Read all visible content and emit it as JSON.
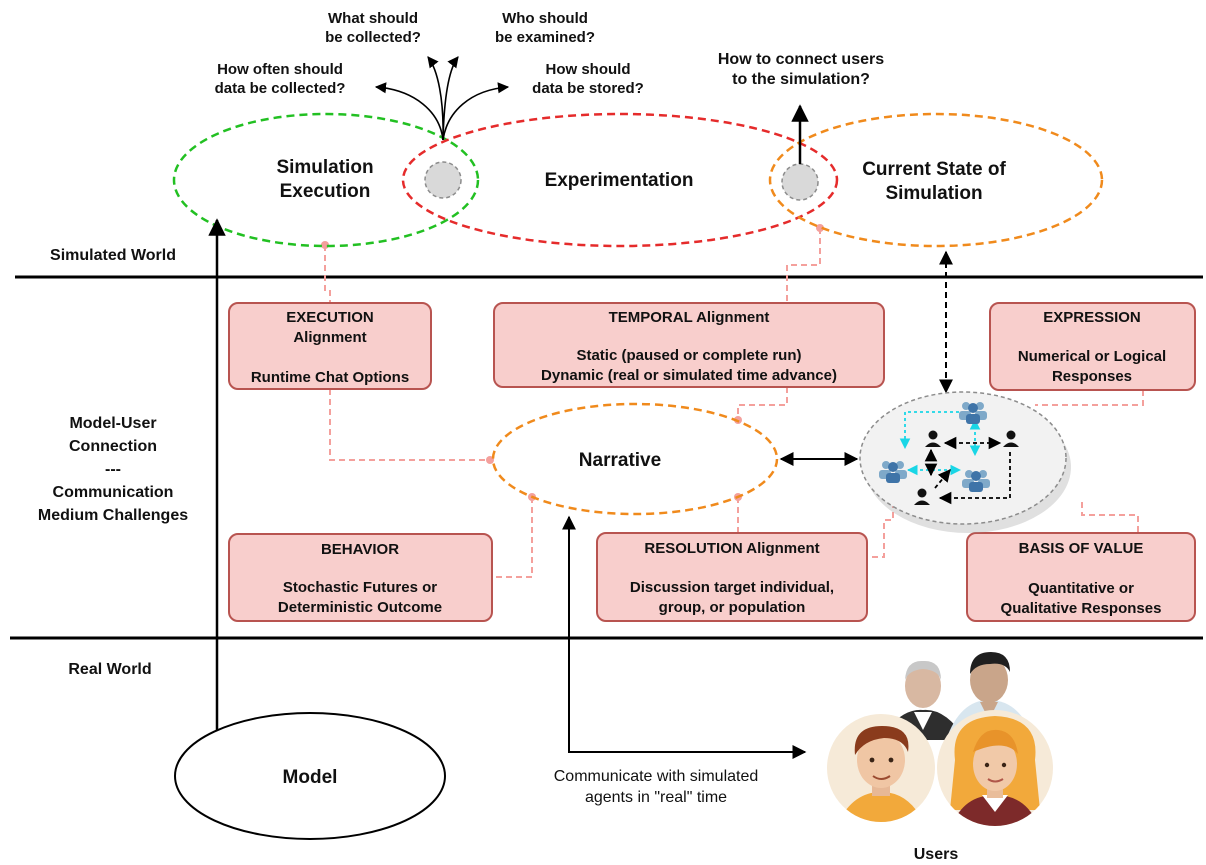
{
  "layers": {
    "simulated": "Simulated World",
    "connection": [
      "Model-User",
      "Connection",
      "---",
      "Communication",
      "Medium Challenges"
    ],
    "real": "Real World"
  },
  "ellipses": {
    "execution": [
      "Simulation",
      "Execution"
    ],
    "experimentation": "Experimentation",
    "current_state": [
      "Current State of",
      "Simulation"
    ],
    "narrative": "Narrative",
    "model": "Model"
  },
  "questions": {
    "how_often": [
      "How often should",
      "data be collected?"
    ],
    "what": [
      "What should",
      "be collected?"
    ],
    "who": [
      "Who should",
      "be examined?"
    ],
    "how_stored": [
      "How should",
      "data be stored?"
    ],
    "connect_users": [
      "How to connect users",
      "to the simulation?"
    ]
  },
  "boxes": {
    "execution": {
      "title": [
        "EXECUTION",
        "Alignment"
      ],
      "body": [
        "Runtime Chat Options"
      ]
    },
    "temporal": {
      "title": [
        "TEMPORAL Alignment"
      ],
      "body": [
        "Static (paused or complete run)",
        "Dynamic (real or simulated time advance)"
      ]
    },
    "expression": {
      "title": [
        "EXPRESSION"
      ],
      "body": [
        "Numerical or Logical",
        "Responses"
      ]
    },
    "behavior": {
      "title": [
        "BEHAVIOR"
      ],
      "body": [
        "Stochastic Futures or",
        "Deterministic Outcome"
      ]
    },
    "resolution": {
      "title": [
        "RESOLUTION Alignment"
      ],
      "body": [
        "Discussion target individual,",
        "group, or population"
      ]
    },
    "basis": {
      "title": [
        "BASIS OF VALUE"
      ],
      "body": [
        "Quantitative or",
        "Qualitative Responses"
      ]
    }
  },
  "communicate": [
    "Communicate with simulated",
    "agents in \"real\" time"
  ],
  "users_label": "Users",
  "colors": {
    "box_fill": "#f8cecc",
    "box_stroke": "#b85450",
    "green": "#22c022",
    "red": "#e52b2b",
    "orange": "#f08a1c",
    "connector": "#f4a09c"
  }
}
